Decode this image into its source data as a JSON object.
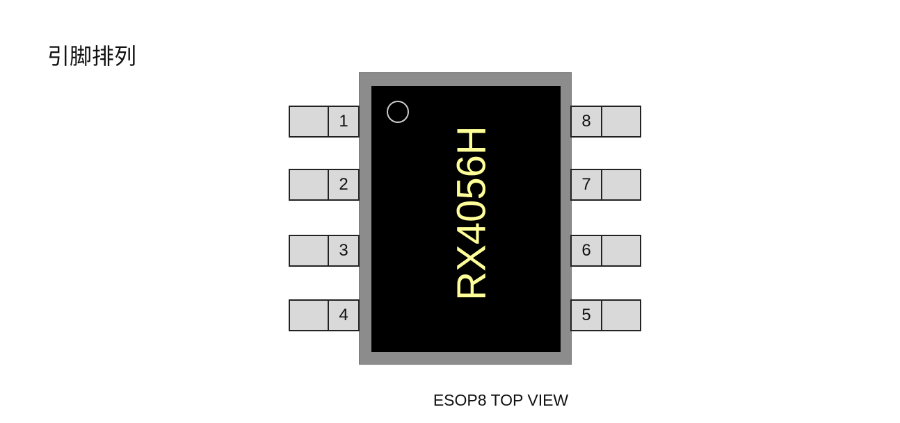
{
  "title": "引脚排列",
  "chip": {
    "label": "RX4056H"
  },
  "pins": {
    "p1": "1",
    "p2": "2",
    "p3": "3",
    "p4": "4",
    "p5": "5",
    "p6": "6",
    "p7": "7",
    "p8": "8"
  },
  "caption": "ESOP8 TOP VIEW",
  "colors": {
    "body": "#000000",
    "package": "#8c8c8c",
    "pin": "#d9d9d9",
    "label": "#ffff99"
  }
}
